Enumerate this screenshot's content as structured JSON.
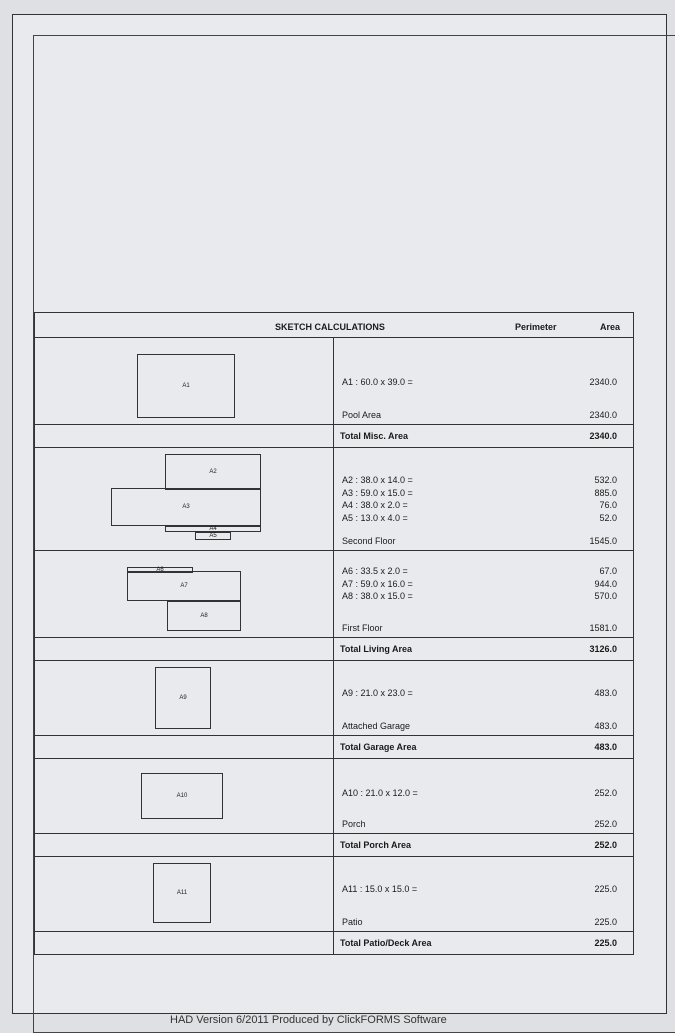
{
  "header": {
    "title": "SKETCH CALCULATIONS",
    "perimeter": "Perimeter",
    "area": "Area"
  },
  "sections": [
    {
      "lines": [
        {
          "label": "A1 : 60.0 x 39.0 =",
          "value": "2340.0"
        }
      ],
      "floor": {
        "label": "Pool Area",
        "value": "2340.0"
      },
      "total": {
        "label": "Total Misc. Area",
        "value": "2340.0"
      }
    },
    {
      "lines": [
        {
          "label": "A2 : 38.0 x 14.0 =",
          "value": "532.0"
        },
        {
          "label": "A3 : 59.0 x 15.0 =",
          "value": "885.0"
        },
        {
          "label": "A4 : 38.0 x 2.0 =",
          "value": "76.0"
        },
        {
          "label": "A5 : 13.0 x 4.0 =",
          "value": "52.0"
        }
      ],
      "floor": {
        "label": "Second Floor",
        "value": "1545.0"
      }
    },
    {
      "lines": [
        {
          "label": "A6 : 33.5 x 2.0 =",
          "value": "67.0"
        },
        {
          "label": "A7 : 59.0 x 16.0 =",
          "value": "944.0"
        },
        {
          "label": "A8 : 38.0 x 15.0 =",
          "value": "570.0"
        }
      ],
      "floor": {
        "label": "First Floor",
        "value": "1581.0"
      },
      "total": {
        "label": "Total Living Area",
        "value": "3126.0"
      }
    },
    {
      "lines": [
        {
          "label": "A9 : 21.0 x 23.0 =",
          "value": "483.0"
        }
      ],
      "floor": {
        "label": "Attached Garage",
        "value": "483.0"
      },
      "total": {
        "label": "Total Garage Area",
        "value": "483.0"
      }
    },
    {
      "lines": [
        {
          "label": "A10 : 21.0 x 12.0 =",
          "value": "252.0"
        }
      ],
      "floor": {
        "label": "Porch",
        "value": "252.0"
      },
      "total": {
        "label": "Total Porch Area",
        "value": "252.0"
      }
    },
    {
      "lines": [
        {
          "label": "A11 : 15.0 x 15.0 =",
          "value": "225.0"
        }
      ],
      "floor": {
        "label": "Patio",
        "value": "225.0"
      },
      "total": {
        "label": "Total Patio/Deck Area",
        "value": "225.0"
      }
    }
  ],
  "sketch_labels": {
    "a1": "A1",
    "a2": "A2",
    "a3": "A3",
    "a4": "A4",
    "a5": "A5",
    "a6": "A6",
    "a7": "A7",
    "a8": "A8",
    "a9": "A9",
    "a10": "A10",
    "a11": "A11"
  },
  "footer": "HAD Version 6/2011 Produced by ClickFORMS Software"
}
